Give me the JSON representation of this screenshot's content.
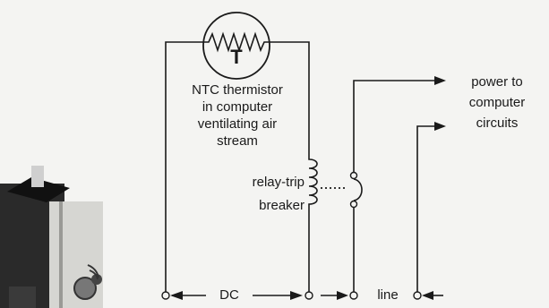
{
  "labels": {
    "thermistor_letter": "T",
    "thermistor_desc": [
      "NTC thermistor",
      "in computer",
      "ventilating air",
      "stream"
    ],
    "relay": [
      "relay-trip",
      "breaker"
    ],
    "power": [
      "power to",
      "computer",
      "circuits"
    ],
    "dc": "DC",
    "line": "line"
  },
  "colors": {
    "ink": "#1a1a1a",
    "background": "#f4f4f2",
    "photo_dark": "#1c1c1c"
  }
}
